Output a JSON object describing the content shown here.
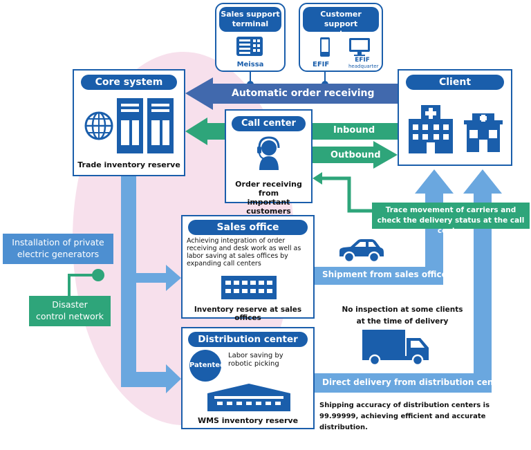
{
  "top": {
    "sales_support_title": "Sales support terminal",
    "sales_support_line1": "Sales support",
    "sales_support_line2": "terminal",
    "sales_support_device": "Meissa",
    "customer_support_line1": "Customer support",
    "customer_support_line2": "system",
    "efif": "EFIF",
    "efif_hq": "EFIF",
    "efif_hq_sub": "headquarter"
  },
  "core": {
    "title": "Core system",
    "caption": "Trade inventory reserve"
  },
  "client": {
    "title": "Client"
  },
  "arrows": {
    "auto_order": "Automatic order receiving",
    "inbound": "Inbound",
    "outbound": "Outbound",
    "shipment_sales": "Shipment from sales offices",
    "direct_delivery": "Direct delivery from distribution centers"
  },
  "call_center": {
    "title": "Call center",
    "caption_line1": "Order receiving from",
    "caption_line2": "important customers"
  },
  "trace": {
    "line1": "Trace movement of carriers and",
    "line2": "check the delivery status at the call center"
  },
  "side": {
    "generators_line1": "Installation of private",
    "generators_line2": "electric generators",
    "disaster_line1": "Disaster",
    "disaster_line2": "control network"
  },
  "sales_office": {
    "title": "Sales office",
    "desc_lines": [
      "Achieving integration of order",
      "receiving and desk work as well as",
      "labor saving at sales offices by",
      "expanding call centers"
    ],
    "caption": "Inventory reserve at sales offices"
  },
  "distribution": {
    "title": "Distribution center",
    "badge": "Patented",
    "desc_line1": "Labor saving by",
    "desc_line2": "robotic picking",
    "caption": "WMS inventory reserve"
  },
  "notes": {
    "no_inspection_line1": "No inspection at some clients",
    "no_inspection_line2": "at the time of delivery",
    "accuracy_lines": [
      "Shipping accuracy of distribution centers is",
      "99.99999, achieving efficient and accurate",
      "distribution."
    ]
  },
  "colors": {
    "navy": "#1a5eab",
    "light_blue": "#6aa7df",
    "green": "#2ea57a",
    "pink": "#f7e0ec",
    "side_blue": "#4d8fd1"
  }
}
